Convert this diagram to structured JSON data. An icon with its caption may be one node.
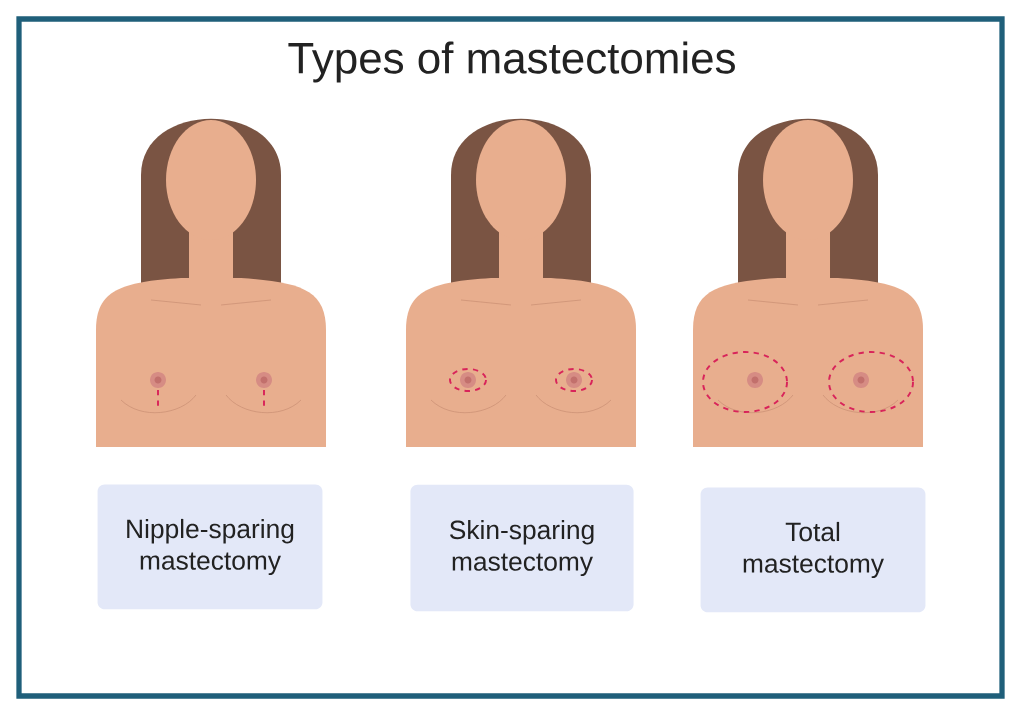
{
  "diagram": {
    "title": "Types of mastectomies",
    "nodes": [
      {
        "text": [
          "Nipple-sparing mastectomy"
        ]
      },
      {
        "text": [
          "Skin-sparing mastectomy"
        ]
      },
      {
        "text": [
          "Total mastectomy"
        ]
      }
    ]
  }
}
